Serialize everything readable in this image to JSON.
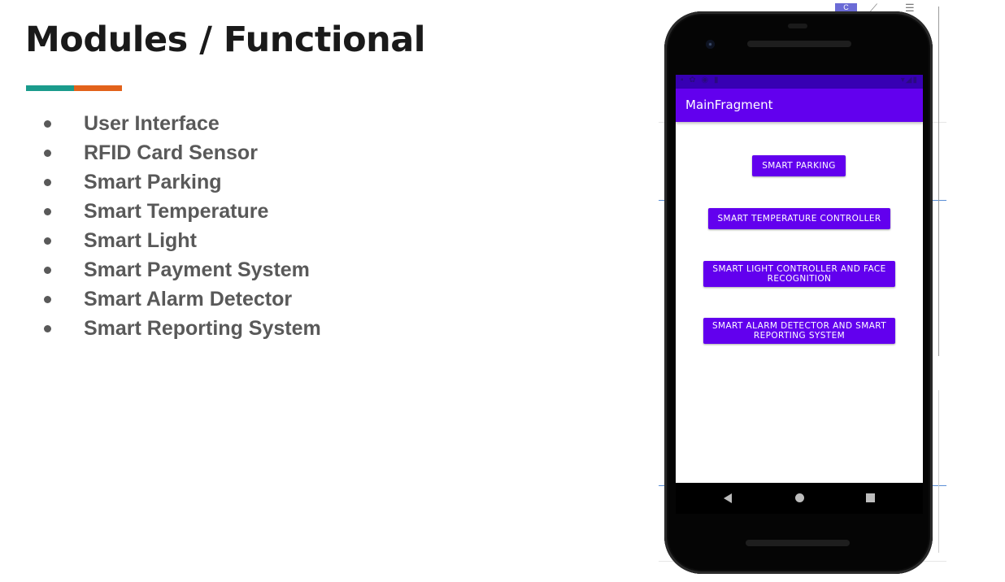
{
  "slide": {
    "title": "Modules / Functional",
    "accent_colors": [
      "#1a9b8c",
      "#e2621b"
    ],
    "modules": [
      "User Interface",
      "RFID Card Sensor",
      "Smart Parking",
      "Smart Temperature",
      "Smart Light",
      "Smart Payment System",
      "Smart Alarm Detector",
      "Smart Reporting System"
    ]
  },
  "ide_toolbar": {
    "badge_label": "C",
    "icons": [
      "trend-icon",
      "list-icon"
    ]
  },
  "phone": {
    "app_title": "MainFragment",
    "primary_color": "#6200ee",
    "status_bar_color": "#3700b3",
    "buttons": [
      "SMART PARKING",
      "SMART TEMPERATURE CONTROLLER",
      "SMART LIGHT CONTROLLER AND FACE RECOGNITION",
      "SMART ALARM DETECTOR AND SMART REPORTING SYSTEM"
    ],
    "nav": [
      "back-icon",
      "home-icon",
      "recents-icon"
    ]
  }
}
